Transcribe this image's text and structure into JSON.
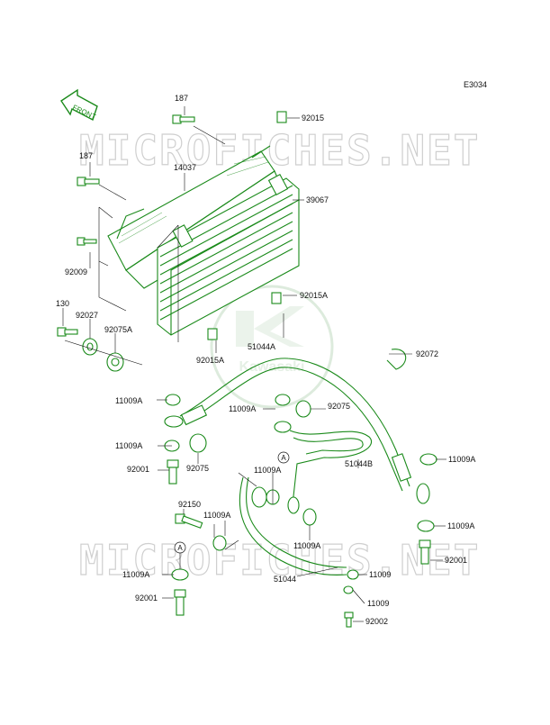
{
  "diagram_code": "E3034",
  "front_label": "FRONT",
  "watermark_text": "MICROFICHES.NET",
  "logo_text": "Kawasaki",
  "colors": {
    "line": "#1a8a1a",
    "text": "#111111",
    "watermark": "#cfcfcf"
  },
  "callouts": {
    "c187a": "187",
    "c92015": "92015",
    "c187b": "187",
    "c14037": "14037",
    "c39067": "39067",
    "c92009": "92009",
    "c92015A_r": "92015A",
    "c130": "130",
    "c92027": "92027",
    "c92075A": "92075A",
    "c51044A": "51044A",
    "c92015A_l": "92015A",
    "c92072": "92072",
    "c11009A_1": "11009A",
    "c11009A_2": "11009A",
    "c92075_1": "92075",
    "c11009A_3": "11009A",
    "c92075_2": "92075",
    "c11009A_4": "11009A",
    "c51044B": "51044B",
    "c92001_1": "92001",
    "c11009A_5": "11009A",
    "c92150": "92150",
    "c11009A_6": "11009A",
    "c11009A_7": "11009A",
    "c11009A_8": "11009A",
    "c92001_2": "92001",
    "c11009A_9": "11009A",
    "c51044": "51044",
    "c11009_1": "11009",
    "c92001_3": "92001",
    "c11009_2": "11009",
    "c92002": "92002",
    "refA_1": "A",
    "refA_2": "A"
  }
}
